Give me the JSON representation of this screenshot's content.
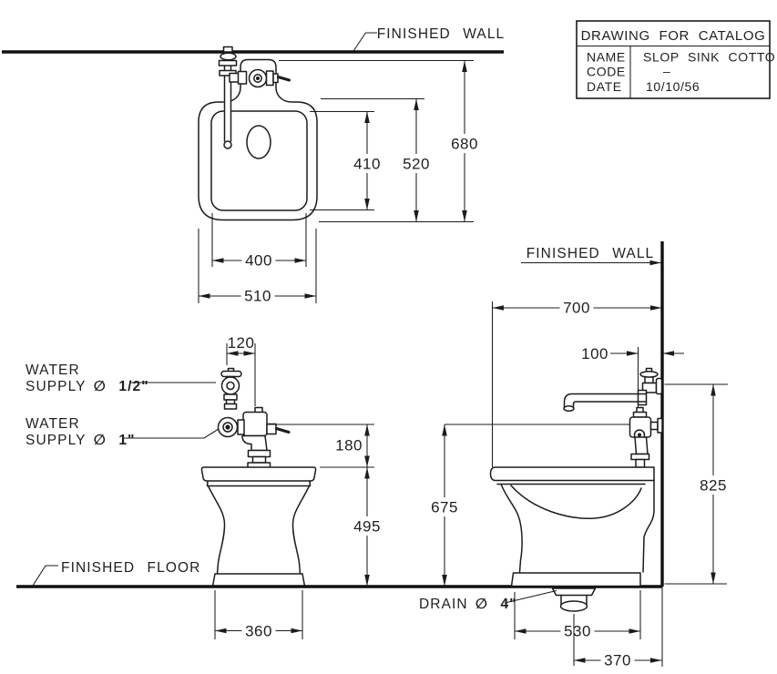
{
  "title_block": {
    "title": "DRAWING FOR CATALOG",
    "rows": [
      {
        "label": "NAME",
        "value": "SLOP SINK COTTO"
      },
      {
        "label": "CODE",
        "value": "–"
      },
      {
        "label": "DATE",
        "value": "10/10/56"
      }
    ]
  },
  "labels": {
    "finished_wall_top": "FINISHED WALL",
    "finished_wall_side": "FINISHED WALL",
    "finished_floor": "FINISHED FLOOR",
    "water_supply_small_line1": "WATER",
    "water_supply_small_line2": "SUPPLY",
    "water_supply_small_size": "∅ 1/2\"",
    "water_supply_large_line1": "WATER",
    "water_supply_large_line2": "SUPPLY",
    "water_supply_large_size": "∅ 1\"",
    "drain": "DRAIN",
    "drain_size": "∅ 4\""
  },
  "dimensions": {
    "sink_basin_height": "410",
    "sink_body_height": "520",
    "sink_overall_height": "680",
    "sink_basin_width": "400",
    "sink_overall_width": "510",
    "supply_offset": "120",
    "valve_above_rim": "180",
    "rim_height": "495",
    "base_width": "360",
    "overall_depth": "700",
    "faucet_wall_offset": "100",
    "spout_height": "675",
    "supply_height": "825",
    "base_depth": "530",
    "drain_wall_offset": "370"
  }
}
